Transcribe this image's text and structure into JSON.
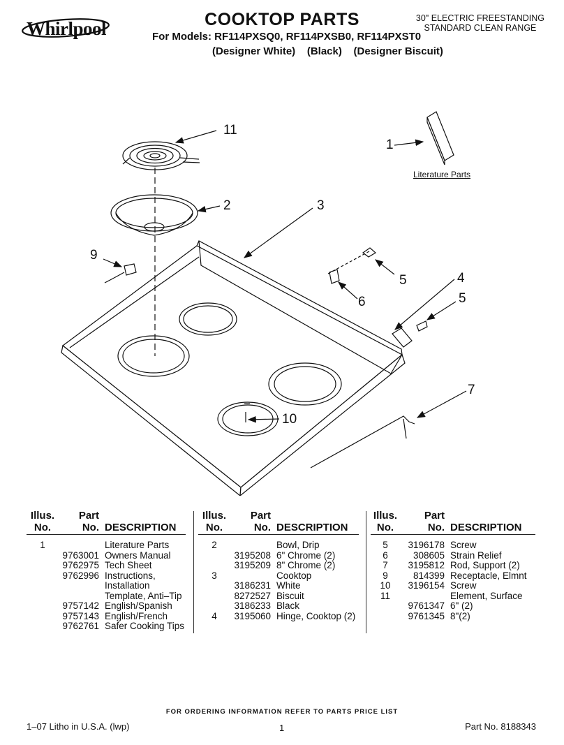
{
  "header": {
    "brand": "Whirlpool",
    "title": "COOKTOP PARTS",
    "models": "For Models: RF114PXSQ0, RF114PXSB0, RF114PXST0",
    "finishes": "(Designer White)    (Black)    (Designer Biscuit)",
    "range_line1": "30\" ELECTRIC FREESTANDING",
    "range_line2": "STANDARD CLEAN RANGE"
  },
  "diagram": {
    "callouts": [
      "11",
      "1",
      "2",
      "3",
      "9",
      "5",
      "4",
      "6",
      "5",
      "7",
      "10"
    ],
    "literature_label": "Literature Parts"
  },
  "table_headers": {
    "illus_1": "Illus.",
    "illus_2": "No.",
    "part_1": "Part",
    "part_2": "No.",
    "desc": "DESCRIPTION"
  },
  "columns": [
    [
      {
        "illus": "1",
        "part": "",
        "desc": "Literature Parts"
      },
      {
        "illus": "",
        "part": "9763001",
        "desc": "Owners Manual"
      },
      {
        "illus": "",
        "part": "9762975",
        "desc": "Tech Sheet"
      },
      {
        "illus": "",
        "part": "9762996",
        "desc": "Instructions,"
      },
      {
        "illus": "",
        "part": "",
        "desc": "Installation"
      },
      {
        "illus": "",
        "part": "",
        "desc": "Template, Anti–Tip"
      },
      {
        "illus": "",
        "part": "9757142",
        "desc": "English/Spanish"
      },
      {
        "illus": "",
        "part": "9757143",
        "desc": "English/French"
      },
      {
        "illus": "",
        "part": "9762761",
        "desc": "Safer Cooking Tips"
      }
    ],
    [
      {
        "illus": "2",
        "part": "",
        "desc": "Bowl, Drip"
      },
      {
        "illus": "",
        "part": "3195208",
        "desc": "6\" Chrome (2)"
      },
      {
        "illus": "",
        "part": "3195209",
        "desc": "8\" Chrome (2)"
      },
      {
        "illus": "3",
        "part": "",
        "desc": "Cooktop"
      },
      {
        "illus": "",
        "part": "3186231",
        "desc": "White"
      },
      {
        "illus": "",
        "part": "8272527",
        "desc": "Biscuit"
      },
      {
        "illus": "",
        "part": "3186233",
        "desc": "Black"
      },
      {
        "illus": "4",
        "part": "3195060",
        "desc": "Hinge, Cooktop (2)"
      }
    ],
    [
      {
        "illus": "5",
        "part": "3196178",
        "desc": "Screw"
      },
      {
        "illus": "6",
        "part": "308605",
        "desc": "Strain Relief"
      },
      {
        "illus": "7",
        "part": "3195812",
        "desc": "Rod, Support (2)"
      },
      {
        "illus": "9",
        "part": "814399",
        "desc": "Receptacle, Elmnt"
      },
      {
        "illus": "10",
        "part": "3196154",
        "desc": "Screw"
      },
      {
        "illus": "11",
        "part": "",
        "desc": "Element, Surface"
      },
      {
        "illus": "",
        "part": "9761347",
        "desc": "6\" (2)"
      },
      {
        "illus": "",
        "part": "9761345",
        "desc": "8\"(2)"
      }
    ]
  ],
  "footer": {
    "ordering": "FOR ORDERING INFORMATION REFER TO PARTS PRICE LIST",
    "litho": "1–07 Litho in U.S.A. (lwp)",
    "page": "1",
    "part_no": "Part No. 8188343"
  }
}
